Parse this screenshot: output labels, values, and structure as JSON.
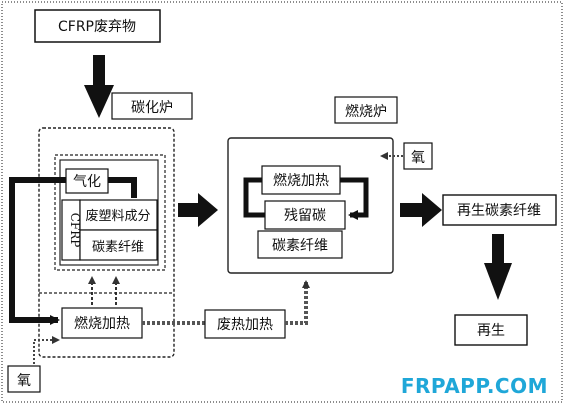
{
  "nodes": {
    "cfrp_waste": "CFRP废弃物",
    "carbonization_furnace": "碳化炉",
    "gasification": "气化",
    "cfrp_side": "CFRP",
    "waste_plastic": "废塑料成分",
    "carbon_fiber_left": "碳素纤维",
    "combustion_heating_left": "燃烧加热",
    "oxygen_left": "氧",
    "waste_heat": "废热加热",
    "combustion_furnace": "燃烧炉",
    "oxygen_right": "氧",
    "combustion_heating_right": "燃烧加热",
    "residual_carbon": "残留碳",
    "carbon_fiber_right": "碳素纤维",
    "recycled_carbon_fiber": "再生碳素纤维",
    "regeneration": "再生"
  },
  "watermark": {
    "text": "FRPAPP.COM",
    "color": "#1fa7d8"
  }
}
